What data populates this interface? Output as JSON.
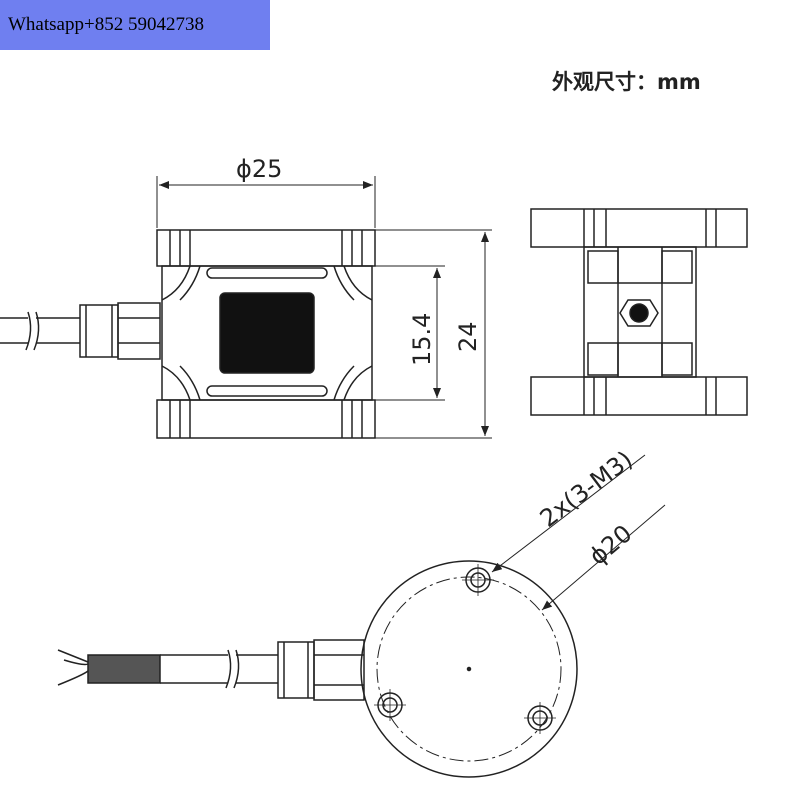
{
  "contact": {
    "text": "Whatsapp+852 59042738"
  },
  "unit_label": "外观尺寸：mm",
  "dimensions": {
    "diameter_25": "ϕ25",
    "height_15_4": "15.4",
    "height_24": "24",
    "holes": "2x(3-M3)",
    "diameter_20": "ϕ20"
  },
  "colors": {
    "badge": "#6f7ff0",
    "line": "#222222"
  }
}
